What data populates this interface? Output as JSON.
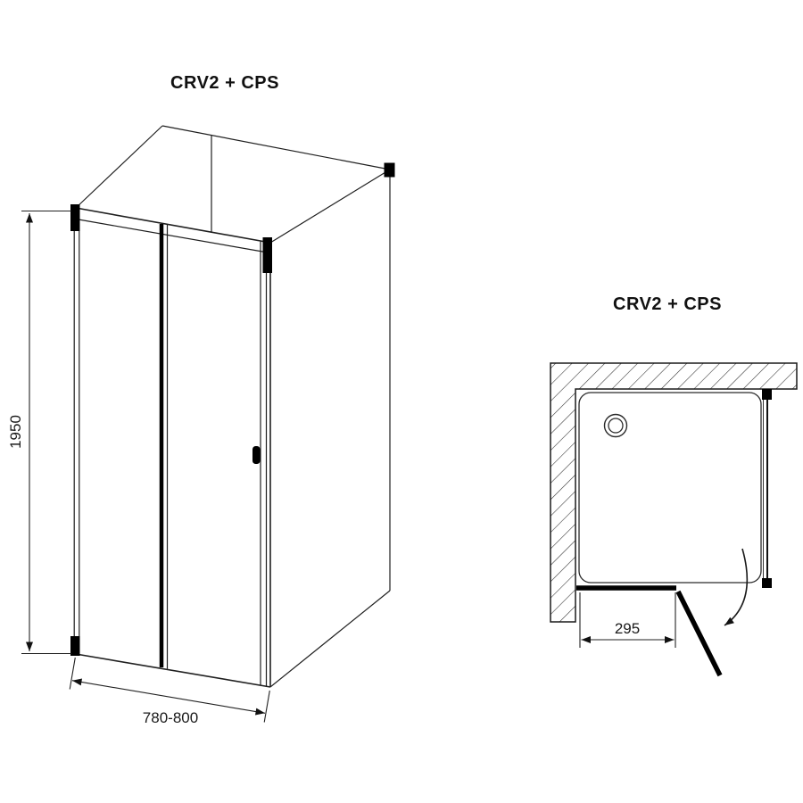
{
  "page": {
    "background": "#ffffff",
    "ink_color": "#1a1a1a"
  },
  "front_view": {
    "title": "CRV2 + CPS",
    "dim_height": "1950",
    "dim_width": "780-800"
  },
  "plan_view": {
    "title": "CRV2 + CPS",
    "dim_depth": "295"
  }
}
